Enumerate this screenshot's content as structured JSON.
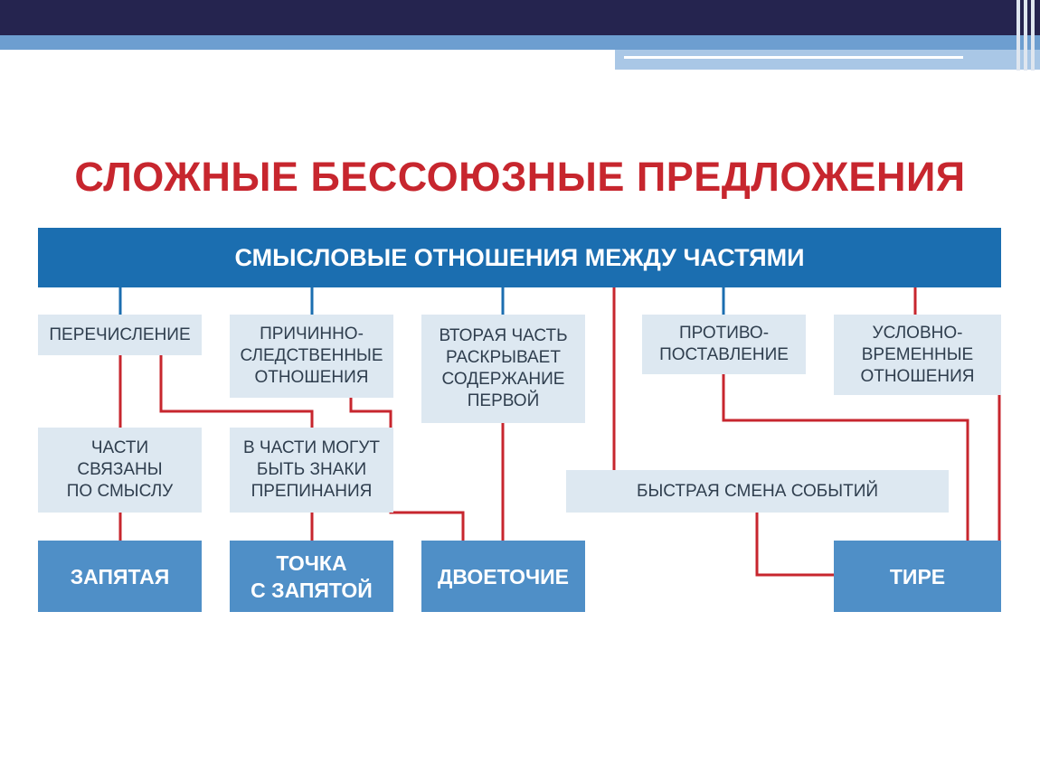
{
  "title": "СЛОЖНЫЕ БЕССОЮЗНЫЕ ПРЕДЛОЖЕНИЯ",
  "header": "СМЫСЛОВЫЕ ОТНОШЕНИЯ МЕЖДУ ЧАСТЯМИ",
  "relations": {
    "enumeration": "ПЕРЕЧИСЛЕНИЕ",
    "cause_effect": "ПРИЧИННО-\nСЛЕДСТВЕННЫЕ\nОТНОШЕНИЯ",
    "second_part": "ВТОРАЯ ЧАСТЬ\nРАСКРЫВАЕТ\nСОДЕРЖАНИЕ\nПЕРВОЙ",
    "opposition": "ПРОТИВО-\nПОСТАВЛЕНИЕ",
    "conditional": "УСЛОВНО-\nВРЕМЕННЫЕ\nОТНОШЕНИЯ"
  },
  "notes": {
    "meaning": "ЧАСТИ\nСВЯЗАНЫ\nПО СМЫСЛУ",
    "punctuation": "В ЧАСТИ МОГУТ\nБЫТЬ ЗНАКИ\nПРЕПИНАНИЯ",
    "fast_events": "БЫСТРАЯ СМЕНА СОБЫТИЙ"
  },
  "marks": {
    "comma": "ЗАПЯТАЯ",
    "semicolon": "ТОЧКА\nС ЗАПЯТОЙ",
    "colon": "ДВОЕТОЧИЕ",
    "dash": "ТИРЕ"
  },
  "colors": {
    "header_blue": "#1b6eb0",
    "box_light": "#dde8f1",
    "mark_blue": "#4f8fc7",
    "connector_red": "#c7262e",
    "connector_blue": "#1b6eb0",
    "title_red": "#c7262e"
  }
}
